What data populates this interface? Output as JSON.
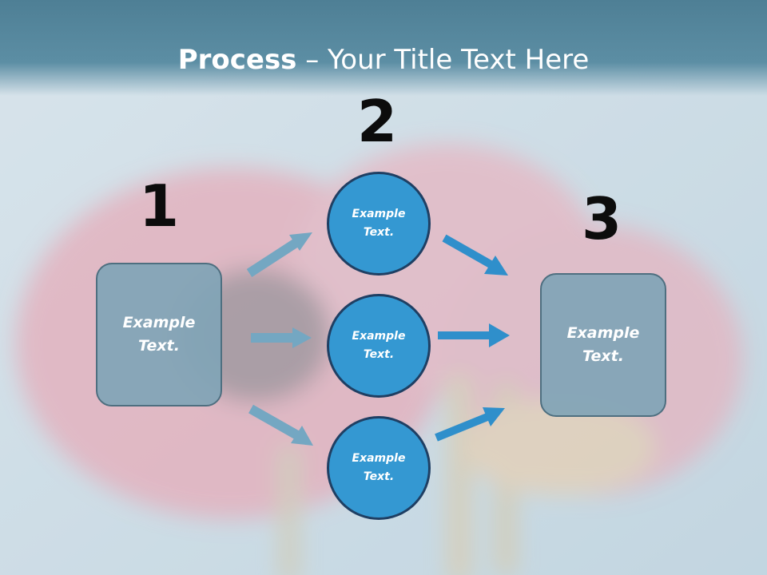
{
  "slide": {
    "title_bold": "Process",
    "title_rest": " – Your Title Text Here"
  },
  "steps": [
    {
      "number": "1",
      "text": "Example Text."
    },
    {
      "number": "2",
      "text": ""
    },
    {
      "number": "3",
      "text": "Example Text."
    }
  ],
  "circles": [
    {
      "text": "Example Text."
    },
    {
      "text": "Example Text."
    },
    {
      "text": "Example Text."
    }
  ],
  "colors": {
    "title_band": "#5c8ea4",
    "box_fill": "#80a4b6",
    "circle_fill": "#3498d2",
    "circle_border": "#1f3f63",
    "arrow_light": "#74a7c2",
    "arrow_strong": "#2f8fcb"
  }
}
